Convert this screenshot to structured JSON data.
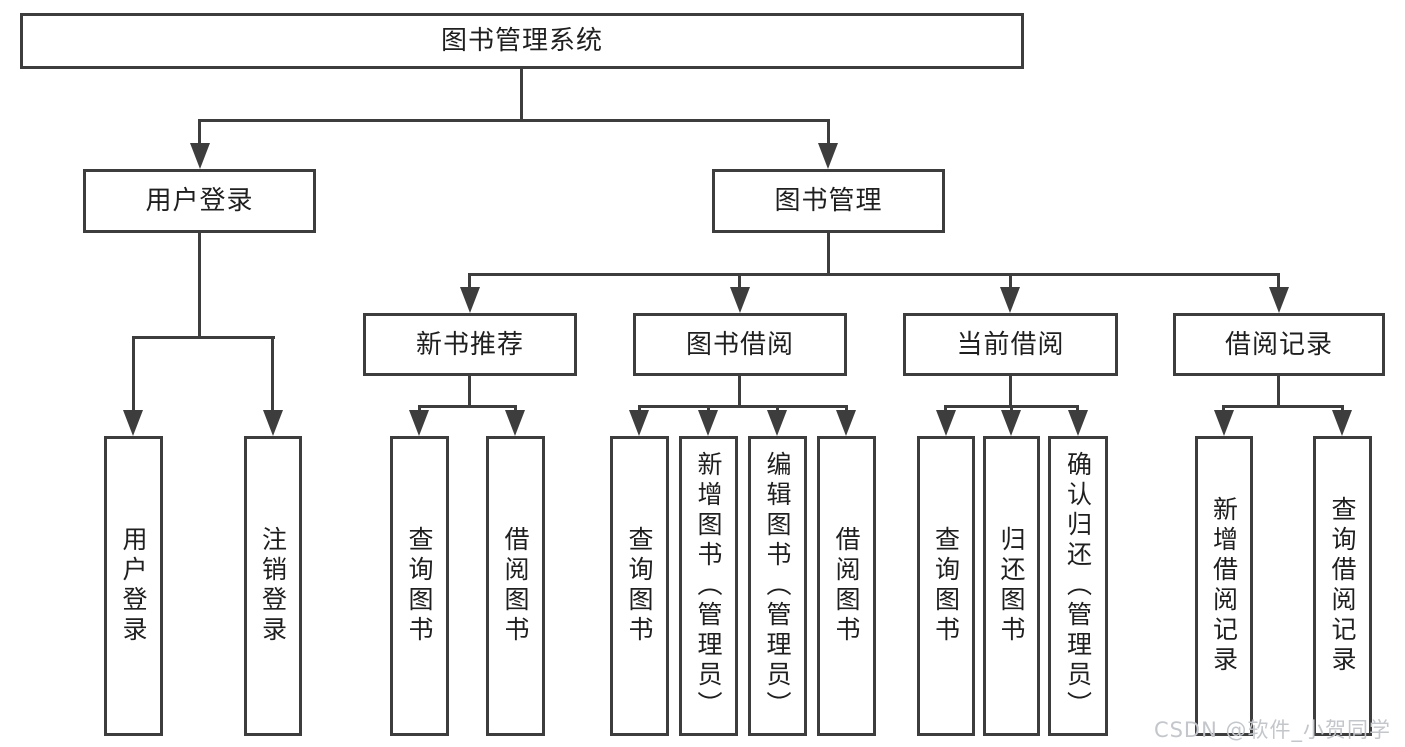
{
  "watermark": "CSDN @软件_小贺同学",
  "colors": {
    "line": "#3d3d3d",
    "text": "#1f1f1f",
    "box-bg": "#ffffff",
    "page-bg": "#ffffff",
    "watermark-color": "#c3c6ca"
  },
  "tree": {
    "label": "图书管理系统",
    "children": [
      {
        "label": "用户登录",
        "children": [
          {
            "label": "用户登录"
          },
          {
            "label": "注销登录"
          }
        ]
      },
      {
        "label": "图书管理",
        "children": [
          {
            "label": "新书推荐",
            "children": [
              {
                "label": "查询图书"
              },
              {
                "label": "借阅图书"
              }
            ]
          },
          {
            "label": "图书借阅",
            "children": [
              {
                "label": "查询图书"
              },
              {
                "label": "新增图书（管理员）"
              },
              {
                "label": "编辑图书（管理员）"
              },
              {
                "label": "借阅图书"
              }
            ]
          },
          {
            "label": "当前借阅",
            "children": [
              {
                "label": "查询图书"
              },
              {
                "label": "归还图书"
              },
              {
                "label": "确认归还（管理员）"
              }
            ]
          },
          {
            "label": "借阅记录",
            "children": [
              {
                "label": "新增借阅记录"
              },
              {
                "label": "查询借阅记录"
              }
            ]
          }
        ]
      }
    ]
  }
}
